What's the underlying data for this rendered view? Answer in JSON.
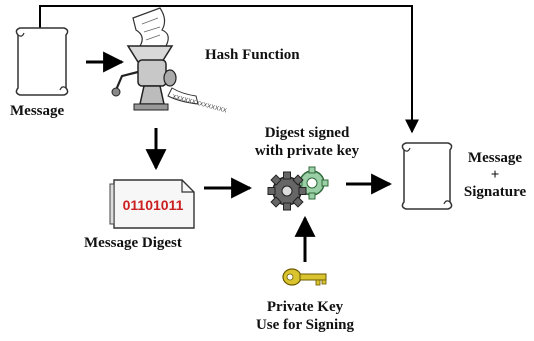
{
  "labels": {
    "hash_function": "Hash Function",
    "message": "Message",
    "digest_signed_line1": "Digest signed",
    "digest_signed_line2": "with  private key",
    "output_line1": "Message",
    "output_line2": "+",
    "output_line3": "Signature",
    "message_digest": "Message Digest",
    "digest_bits": "01101011",
    "private_key_line1": "Private Key",
    "private_key_line2": "Use for Signing",
    "grinder_text": "XXXXXXXXXXXXXX"
  },
  "icons": {
    "message": "scroll-icon",
    "hash": "meat-grinder-icon",
    "digest": "document-icon",
    "signing": "gears-icon",
    "key": "key-icon",
    "output": "scroll-icon"
  },
  "colors": {
    "text": "#111111",
    "digest_bits": "#cc1f1f",
    "gear_dark": "#555555",
    "gear_light": "#9bd0a6",
    "key": "#d9c430",
    "lines": "#000000"
  }
}
